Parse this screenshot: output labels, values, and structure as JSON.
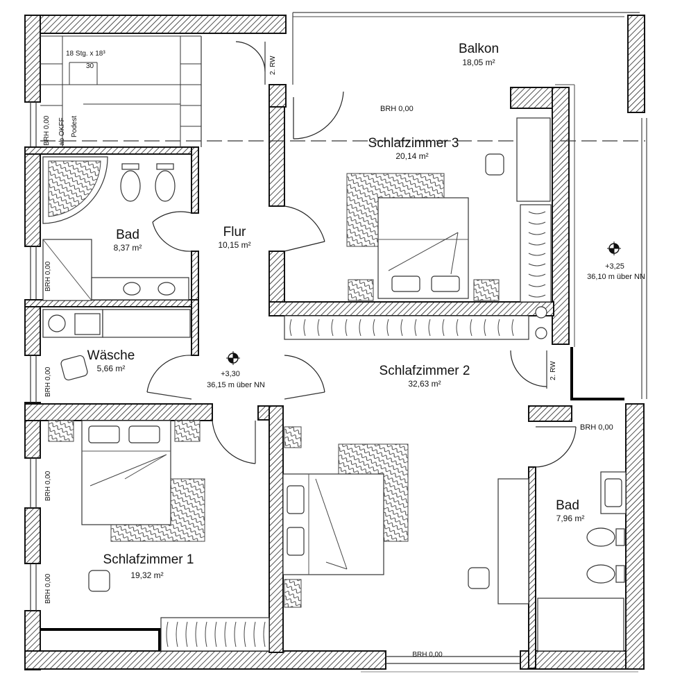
{
  "rooms": {
    "balkon": {
      "name": "Balkon",
      "area": "18,05 m²"
    },
    "schlafzimmer3": {
      "name": "Schlafzimmer 3",
      "area": "20,14 m²"
    },
    "bad_top": {
      "name": "Bad",
      "area": "8,37 m²"
    },
    "flur": {
      "name": "Flur",
      "area": "10,15 m²"
    },
    "waesche": {
      "name": "Wäsche",
      "area": "5,66 m²"
    },
    "schlafzimmer2": {
      "name": "Schlafzimmer 2",
      "area": "32,63 m²"
    },
    "schlafzimmer1": {
      "name": "Schlafzimmer 1",
      "area": "19,32 m²"
    },
    "bad_bottom": {
      "name": "Bad",
      "area": "7,96 m²"
    }
  },
  "stair": {
    "steps": "18 Stg. x 18³",
    "tread": "30",
    "landing_1": "BRH 0,00",
    "landing_2": "ab OKFF",
    "landing_3": "Podest"
  },
  "levels": {
    "flur_level": "+3,30",
    "flur_nn": "36,15 m über NN",
    "outside_level": "+3,25",
    "outside_nn": "36,10 m über NN"
  },
  "labels": {
    "brh_sz3": "BRH 0,00",
    "brh_bad": "BRH 0,00",
    "brh_bottom": "BRH 0,00",
    "brh_left_1": "BRH 0,00",
    "brh_left_2": "BRH 0,00",
    "brh_left_3": "BRH 0,00",
    "brh_left_4": "BRH 0,00",
    "rw_top": "2. RW",
    "rw_right": "2. RW"
  }
}
